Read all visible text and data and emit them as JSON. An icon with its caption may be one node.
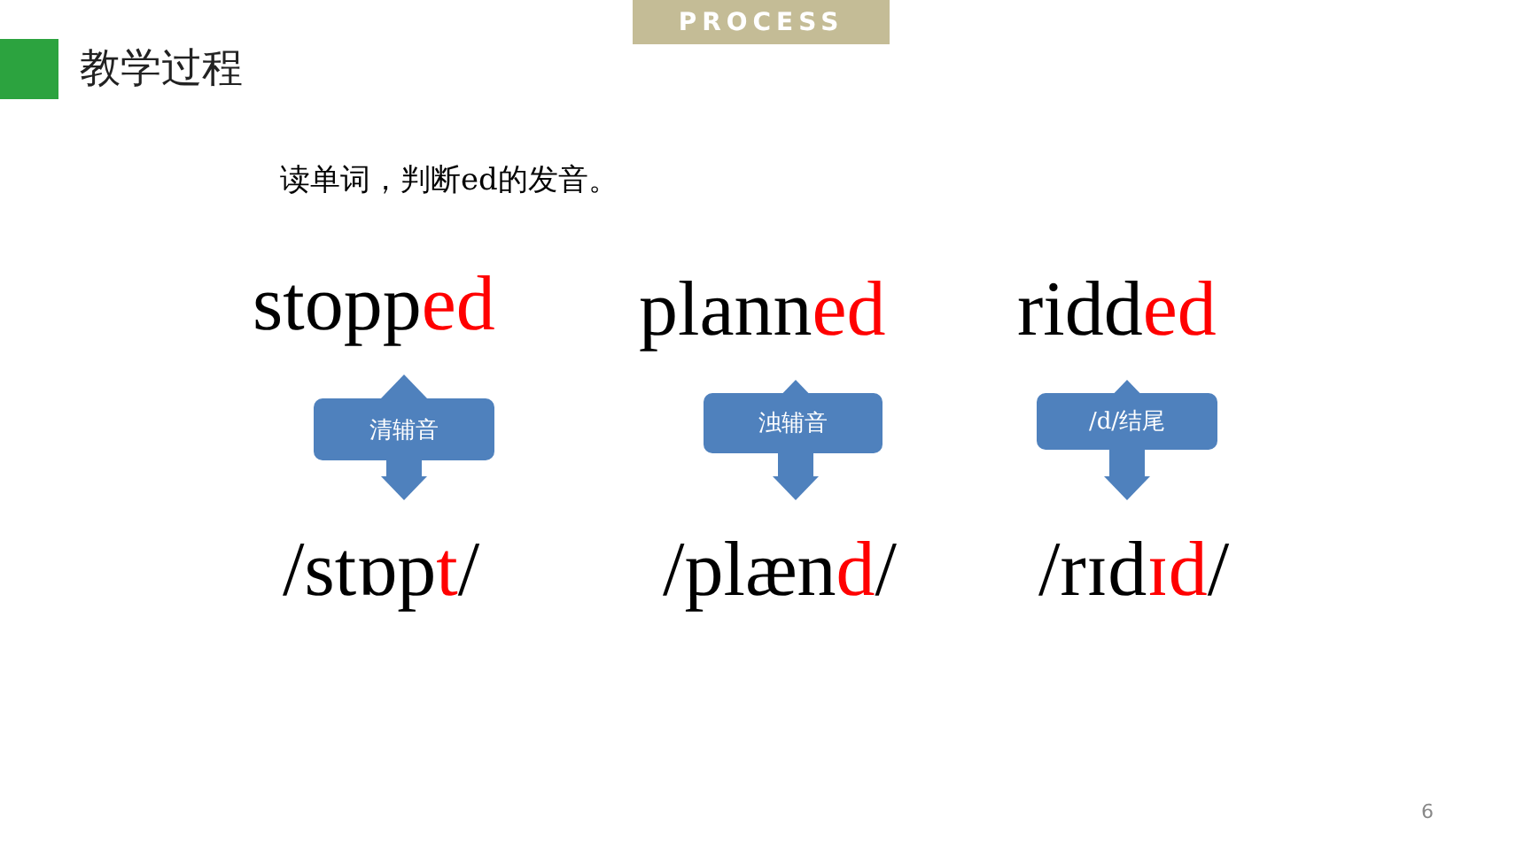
{
  "diagram": {
    "title": "教学过程",
    "nodes": [
      {
        "text": [
          "stopp**ed**"
        ]
      },
      {
        "text": [
          "/stɒp**t**/"
        ]
      },
      {
        "text": [
          "plann**ed**"
        ]
      },
      {
        "text": [
          "/plæn**d**/"
        ]
      },
      {
        "text": [
          "ridd**ed**"
        ]
      },
      {
        "text": [
          "/rɪd**ɪd**/"
        ]
      }
    ],
    "edges": [
      {
        "from": 0,
        "to": 1,
        "arrow": "both",
        "label": "清辅音"
      },
      {
        "from": 2,
        "to": 3,
        "arrow": "both",
        "label": "浊辅音"
      },
      {
        "from": 4,
        "to": 5,
        "arrow": "both",
        "label": "/d/结尾"
      }
    ],
    "labels": [
      "PROCESS",
      "读单词，判断ed的发音。",
      "6"
    ]
  }
}
